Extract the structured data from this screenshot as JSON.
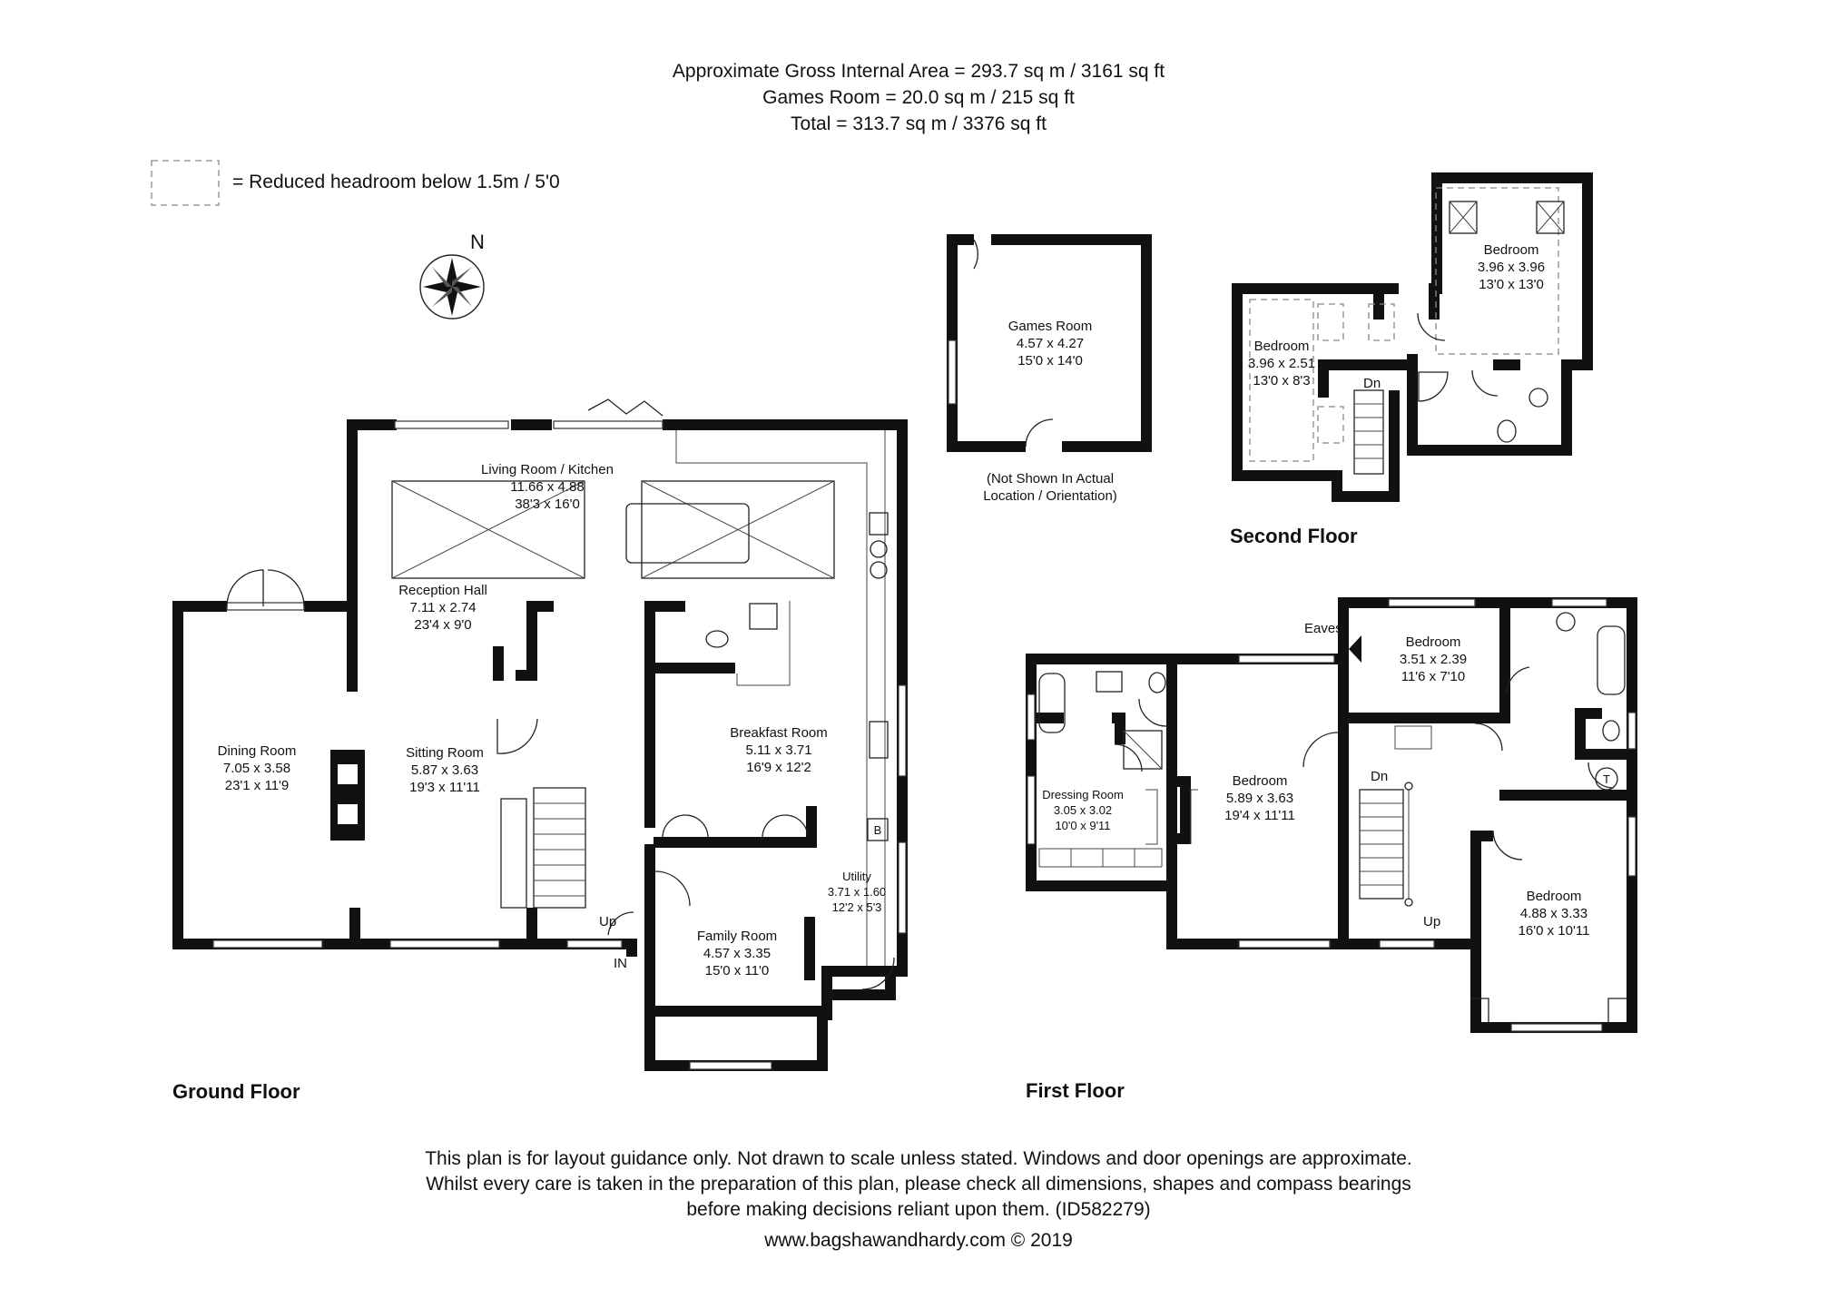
{
  "areas": {
    "gross": "Approximate Gross Internal Area = 293.7 sq m / 3161 sq ft",
    "games": "Games Room = 20.0 sq m / 215 sq ft",
    "total": "Total = 313.7 sq m / 3376 sq ft"
  },
  "legend": {
    "label": "= Reduced headroom below 1.5m / 5'0"
  },
  "compass": {
    "label": "N"
  },
  "floors": {
    "ground": "Ground Floor",
    "first": "First Floor",
    "second": "Second Floor"
  },
  "rooms": {
    "living": {
      "name": "Living Room / Kitchen",
      "metric": "11.66 x 4.88",
      "imperial": "38'3 x 16'0"
    },
    "reception": {
      "name": "Reception Hall",
      "metric": "7.11 x 2.74",
      "imperial": "23'4 x 9'0"
    },
    "dining": {
      "name": "Dining Room",
      "metric": "7.05 x 3.58",
      "imperial": "23'1 x 11'9"
    },
    "sitting": {
      "name": "Sitting Room",
      "metric": "5.87 x 3.63",
      "imperial": "19'3 x 11'11"
    },
    "breakfast": {
      "name": "Breakfast Room",
      "metric": "5.11 x 3.71",
      "imperial": "16'9 x 12'2"
    },
    "utility": {
      "name": "Utility",
      "metric": "3.71 x 1.60",
      "imperial": "12'2 x 5'3"
    },
    "family": {
      "name": "Family Room",
      "metric": "4.57 x 3.35",
      "imperial": "15'0 x 11'0"
    },
    "games": {
      "name": "Games Room",
      "metric": "4.57 x 4.27",
      "imperial": "15'0 x 14'0"
    },
    "dressing": {
      "name": "Dressing Room",
      "metric": "3.05 x 3.02",
      "imperial": "10'0 x 9'11"
    },
    "bed_first_main": {
      "name": "Bedroom",
      "metric": "5.89 x 3.63",
      "imperial": "19'4 x 11'11"
    },
    "bed_first_small": {
      "name": "Bedroom",
      "metric": "3.51 x 2.39",
      "imperial": "11'6 x 7'10"
    },
    "bed_first_right": {
      "name": "Bedroom",
      "metric": "4.88 x 3.33",
      "imperial": "16'0 x 10'11"
    },
    "bed_second_left": {
      "name": "Bedroom",
      "metric": "3.96 x 2.51",
      "imperial": "13'0 x 8'3"
    },
    "bed_second_right": {
      "name": "Bedroom",
      "metric": "3.96 x 3.96",
      "imperial": "13'0 x 13'0"
    }
  },
  "labels": {
    "up_ground": "Up",
    "in": "IN",
    "up_first": "Up",
    "dn_first": "Dn",
    "dn_second": "Dn",
    "eaves": "Eaves",
    "boiler": "B",
    "tank": "T",
    "games_note_1": "(Not Shown In Actual",
    "games_note_2": "Location / Orientation)"
  },
  "disclaimer": {
    "line1": "This plan is for layout guidance only. Not drawn to scale unless stated. Windows and door openings are approximate.",
    "line2": "Whilst every care is taken in the preparation of this plan, please check all dimensions, shapes and compass bearings",
    "line3": "before making decisions reliant upon them. (ID582279)",
    "website": "www.bagshawandhardy.com © 2019"
  }
}
